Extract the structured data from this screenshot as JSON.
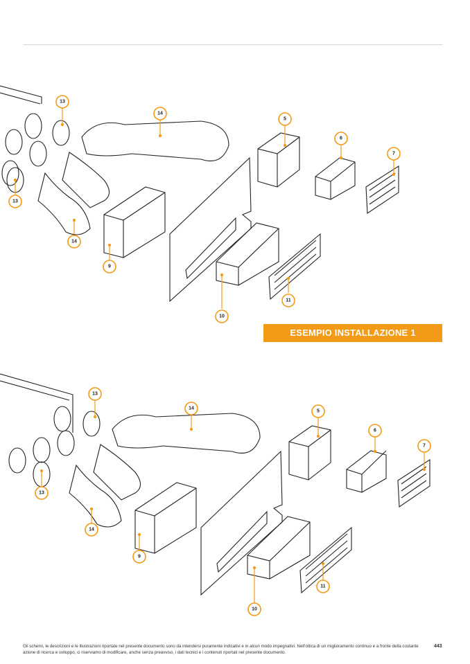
{
  "banner": {
    "label": "ESEMPIO INSTALLAZIONE 1"
  },
  "diagrams": [
    {
      "callouts": {
        "c13a": "13",
        "c14a": "14",
        "c5": "5",
        "c6": "6",
        "c7": "7",
        "c13b": "13",
        "c14b": "14",
        "c9": "9",
        "c10": "10",
        "c11": "11"
      }
    },
    {
      "callouts": {
        "c13a": "13",
        "c14a": "14",
        "c5": "5",
        "c6": "6",
        "c7": "7",
        "c13b": "13",
        "c14b": "14",
        "c9": "9",
        "c10": "10",
        "c11": "11"
      }
    }
  ],
  "footer": {
    "note": "Gli schemi, le descrizioni e le illustrazioni riportate nel presente documento sono da intendersi puramente indicativi e in alcun modo impegnativi. Nell'ottica di un miglioramento continuo e a fronte della costante azione di ricerca e sviluppo, ci riserviamo di modificare, anche senza preavviso, i dati tecnici e i contenuti riportati nel presente documento.",
    "page_number": "443"
  },
  "colors": {
    "accent": "#f39a17",
    "line": "#222222"
  }
}
